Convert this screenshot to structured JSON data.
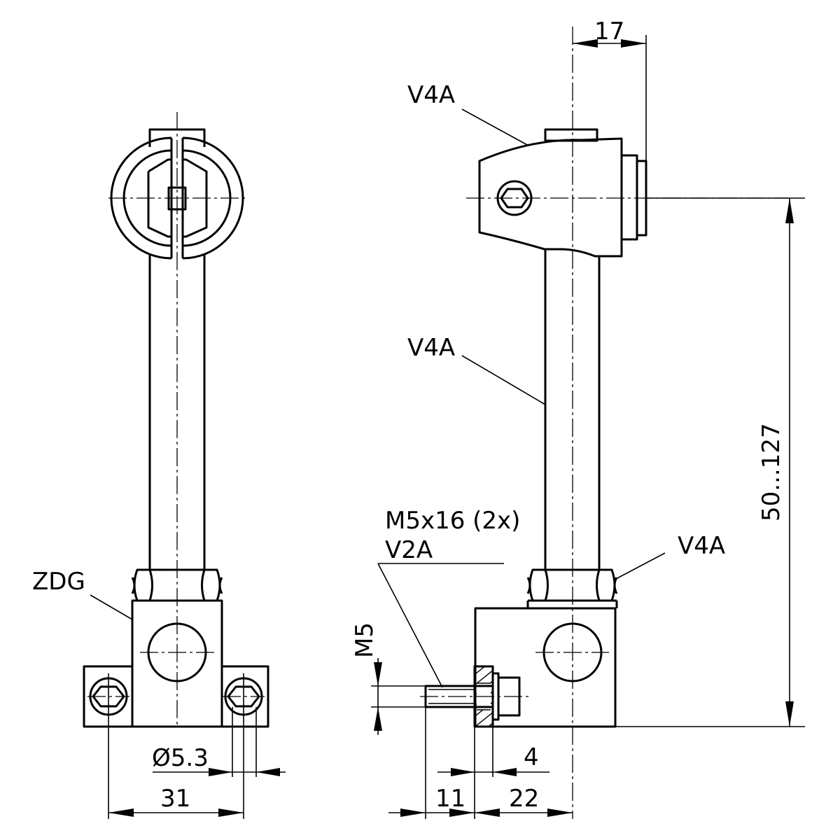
{
  "labels": {
    "material_top_clamp": "V4A",
    "material_rod": "V4A",
    "material_nut": "V4A",
    "material_base": "ZDG",
    "screw_spec": "M5x16 (2x)",
    "screw_material": "V2A",
    "thread": "M5"
  },
  "dimensions": {
    "offset_top": "17",
    "height_range": "50...127",
    "hole_diameter": "Ø5.3",
    "hole_spacing": "31",
    "plate_thickness": "4",
    "screw_projection": "11",
    "base_offset": "22"
  }
}
